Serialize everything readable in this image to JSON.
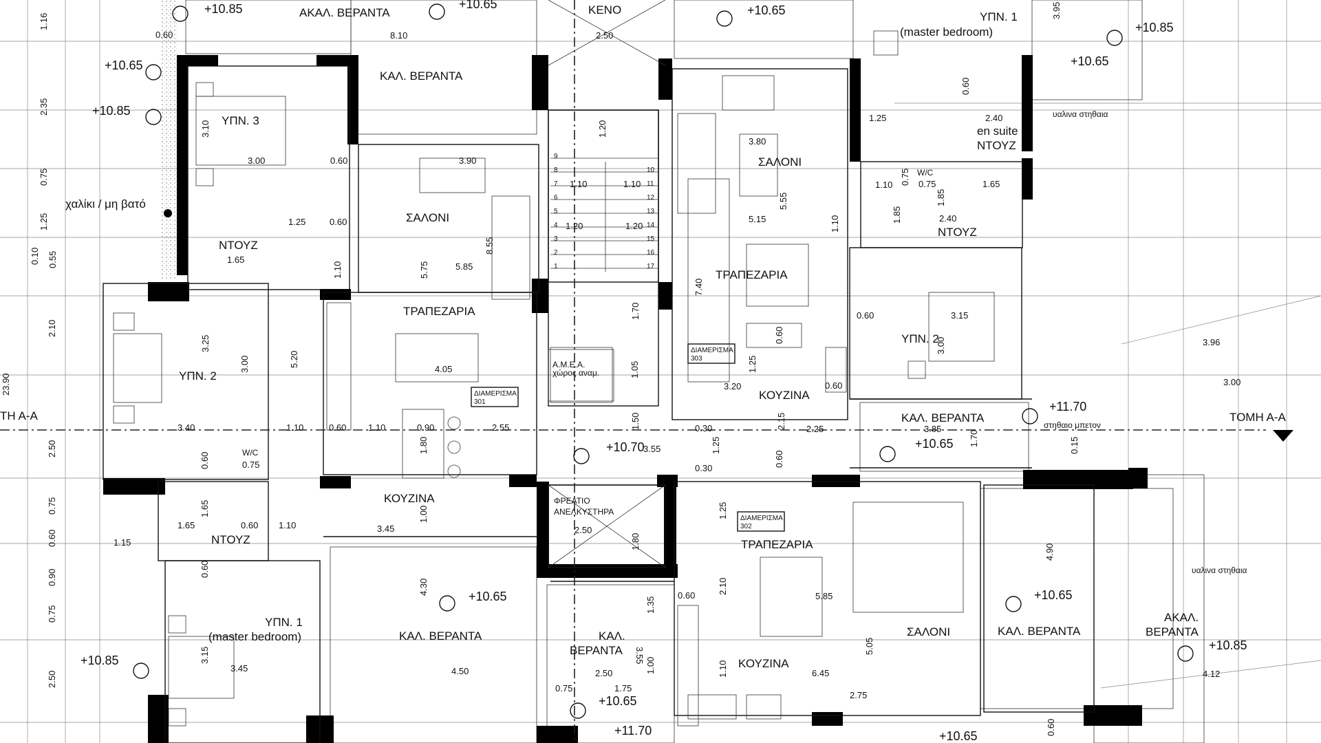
{
  "rooms": {
    "akal_veranta_top": "ΑΚΑΛ. ΒΕΡΑΝΤΑ",
    "keno": "ΚΕΝΟ",
    "kal_veranta_top": "ΚΑΛ. ΒΕΡΑΝΤΑ",
    "ypn3": "ΥΠΝ. 3",
    "ypn1_top": "ΥΠΝ. 1",
    "master_top": "(master bedroom)",
    "saloni_301": "ΣΑΛΟΝΙ",
    "saloni_303": "ΣΑΛΟΝΙ",
    "en_suite": "en suite",
    "ntouz_en": "ΝΤΟΥΖ",
    "ntouz_left": "ΝΤΟΥΖ",
    "wc_right": "W/C",
    "ntouz_right": "ΝΤΟΥΖ",
    "trapezaria_301": "ΤΡΑΠΕΖΑΡΙΑ",
    "trapezaria_303": "ΤΡΑΠΕΖΑΡΙΑ",
    "ypn2_left": "ΥΠΝ. 2",
    "ypn2_right": "ΥΠΝ. 2",
    "amea_1": "Α.Μ.Ε.Α.",
    "amea_2": "χώρος αναμ.",
    "kouzina_303": "ΚΟΥΖΙΝΑ",
    "kal_veranta_303": "ΚΑΛ. ΒΕΡΑΝΤΑ",
    "wc_left": "W/C",
    "kouzina_301": "ΚΟΥΖΙΝΑ",
    "ntouz_lower": "ΝΤΟΥΖ",
    "freatio_1": "ΦΡΕΑΤΙΟ",
    "freatio_2": "ΑΝΕΛΚΥΣΤΗΡΑ",
    "trapezaria_302": "ΤΡΑΠΕΖΑΡΙΑ",
    "saloni_302": "ΣΑΛΟΝΙ",
    "kal_veranta_302": "ΚΑΛ. ΒΕΡΑΝΤΑ",
    "akal_veranta_right_1": "ΑΚΑΛ.",
    "akal_veranta_right_2": "ΒΕΡΑΝΤΑ",
    "ypn1_bottom": "ΥΠΝ. 1",
    "master_bottom": "(master bedroom)",
    "kal_veranta_bottom": "ΚΑΛ. ΒΕΡΑΝΤΑ",
    "kal_stair_1": "ΚΑΛ.",
    "kal_stair_2": "ΒΕΡΑΝΤΑ",
    "kouzina_302": "ΚΟΥΖΙΝΑ"
  },
  "tags": {
    "diam_301_a": "ΔΙΑΜΕΡΙΣΜΑ",
    "diam_301_b": "301",
    "diam_303_a": "ΔΙΑΜΕΡΙΣΜΑ",
    "diam_303_b": "303",
    "diam_302_a": "ΔΙΑΜΕΡΙΣΜΑ",
    "diam_302_b": "302"
  },
  "notes": {
    "gravel": "χαλίκι / μη βατό",
    "glass_rail_top": "υαλινα στηθαια",
    "concrete_rail": "στηθαιο μπετον",
    "glass_rail_right": "υαλινα στηθαια",
    "section_left": "ΤΗ Α-Α",
    "section_right": "ΤΟΜΗ Α-Α"
  },
  "levels": {
    "l1": "+10.85",
    "l2": "+10.65",
    "l3": "+10.65",
    "l4": "+10.85",
    "l5": "+10.85",
    "l6": "+10.65",
    "l7": "+10.65",
    "l8": "+11.70",
    "l9": "+10.70",
    "l10": "+10.65",
    "l11": "+10.65",
    "l12": "+10.65",
    "l13": "+10.85",
    "l14": "+10.85",
    "l15": "+10.65",
    "l16": "+11.70",
    "l17": "+10.65"
  },
  "dims": {
    "d1": "1.16",
    "d2": "0.60",
    "d3": "8.10",
    "d4": "2.50",
    "d5": "3.95",
    "d6": "2.35",
    "d7": "3.10",
    "d8": "3.00",
    "d9": "0.60",
    "d10": "3.90",
    "d11": "1.20",
    "d12": "3.80",
    "d13": "0.60",
    "d14": "1.25",
    "d15": "2.40",
    "d16": "0.75",
    "d17": "1.10",
    "d18": "1.10",
    "d19": "1.10",
    "d20": "0.75",
    "d21": "0.75",
    "d22": "1.65",
    "d23": "1.25",
    "d24": "0.60",
    "d25": "1.25",
    "d26": "1.20",
    "d27": "1.20",
    "d28": "5.15",
    "d29": "1.10",
    "d30": "1.85",
    "d31": "2.40",
    "d32": "1.85",
    "d33": "5.55",
    "d34": "8.55",
    "d35": "0.10",
    "d36": "0.55",
    "d37": "1.65",
    "d38": "5.85",
    "d39": "5.75",
    "d40": "1.10",
    "d41": "7.40",
    "d42": "0.60",
    "d43": "3.15",
    "d44": "2.10",
    "d45": "3.25",
    "d46": "3.00",
    "d47": "5.20",
    "d48": "1.70",
    "d49": "0.60",
    "d50": "3.00",
    "d51": "3.96",
    "d52": "23.90",
    "d53": "4.05",
    "d54": "1.25",
    "d55": "1.05",
    "d56": "3.20",
    "d57": "0.60",
    "d58": "3.00",
    "d59": "3.40",
    "d60": "1.10",
    "d61": "0.60",
    "d62": "1.10",
    "d63": "0.90",
    "d64": "2.55",
    "d65": "1.50",
    "d66": "0.30",
    "d67": "2.15",
    "d68": "2.25",
    "d69": "3.85",
    "d70": "1.70",
    "d71": "0.15",
    "d72": "2.50",
    "d73": "0.60",
    "d74": "0.75",
    "d75": "1.80",
    "d76": "3.55",
    "d77": "1.25",
    "d78": "0.30",
    "d79": "0.60",
    "d80": "0.75",
    "d81": "1.65",
    "d82": "1.25",
    "d83": "1.15",
    "d84": "1.65",
    "d85": "0.60",
    "d86": "1.10",
    "d87": "1.00",
    "d88": "2.50",
    "d89": "1.80",
    "d90": "0.60",
    "d91": "3.45",
    "d92": "0.60",
    "d93": "2.10",
    "d94": "5.85",
    "d95": "4.90",
    "d96": "0.90",
    "d97": "4.30",
    "d98": "0.60",
    "d99": "0.75",
    "d100": "1.35",
    "d101": "3.55",
    "d102": "5.05",
    "d103": "3.15",
    "d104": "3.45",
    "d105": "1.10",
    "d106": "4.50",
    "d107": "1.00",
    "d108": "2.50",
    "d109": "6.45",
    "d110": "4.12",
    "d111": "2.50",
    "d112": "0.75",
    "d113": "1.75",
    "d114": "2.75",
    "d115": "0.60"
  },
  "stairs": [
    "9",
    "8",
    "7",
    "6",
    "5",
    "4",
    "3",
    "2",
    "1",
    "10",
    "11",
    "12",
    "13",
    "14",
    "15",
    "16",
    "17"
  ]
}
